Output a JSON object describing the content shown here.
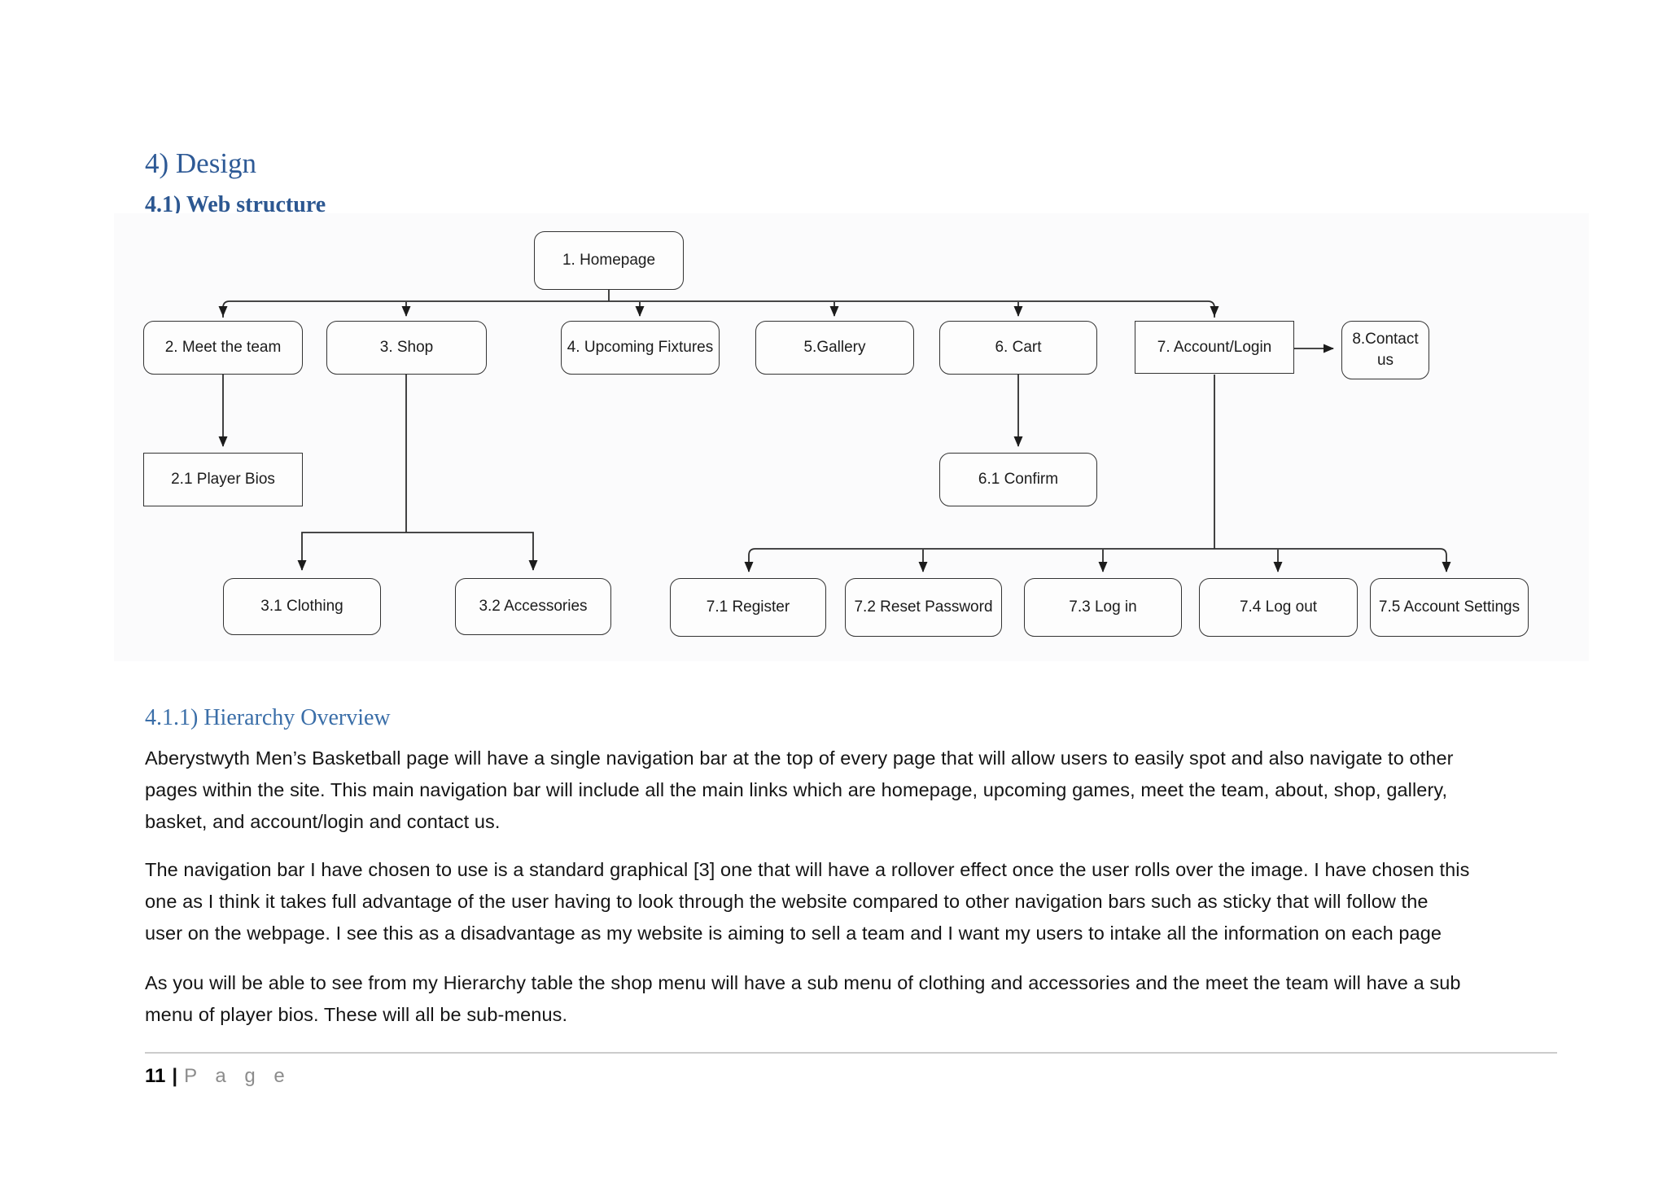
{
  "headings": {
    "section": "4) Design",
    "subsection": "4.1) Web structure",
    "subsubsection": "4.1.1) Hierarchy Overview"
  },
  "diagram": {
    "nodes": {
      "homepage": {
        "label": "1. Homepage"
      },
      "meet_team": {
        "label": "2. Meet the team"
      },
      "shop": {
        "label": "3. Shop"
      },
      "fixtures": {
        "label": "4. Upcoming Fixtures"
      },
      "gallery": {
        "label": "5.Gallery"
      },
      "cart": {
        "label": "6. Cart"
      },
      "account": {
        "label": "7. Account/Login"
      },
      "contact": {
        "label": "8.Contact us"
      },
      "player_bios": {
        "label": "2.1 Player Bios"
      },
      "confirm": {
        "label": "6.1 Confirm"
      },
      "clothing": {
        "label": "3.1 Clothing"
      },
      "accessories": {
        "label": "3.2 Accessories"
      },
      "register": {
        "label": "7.1 Register"
      },
      "reset_password": {
        "label": "7.2 Reset Password"
      },
      "login": {
        "label": "7.3 Log in"
      },
      "logout": {
        "label": "7.4 Log out"
      },
      "account_settings": {
        "label": "7.5 Account Settings"
      }
    }
  },
  "paragraphs": {
    "p1l1": "Aberystwyth Men’s Basketball page will have a single navigation bar at the top of every page that will allow users to easily spot and also navigate to other",
    "p1l2": "pages within the site. This main navigation bar will include all the main links which are homepage, upcoming games, meet the team, about, shop, gallery,",
    "p1l3": "basket, and account/login and contact us.",
    "p2l1": "The navigation bar I have chosen to use is a standard graphical [3] one that will have a rollover effect once the user rolls over the image. I have chosen this",
    "p2l2": "one as I think it takes full advantage of the user having to look through the website compared to other navigation bars such as sticky that will follow the",
    "p2l3": "user on the webpage. I see this as a disadvantage as my website is aiming to sell a team and I want my users to intake all the information on each page",
    "p3l1": "As you will be able to see from my Hierarchy table the shop menu will have a sub menu of clothing and accessories and the meet the team will have a sub",
    "p3l2": "menu of player bios. These will all be sub-menus."
  },
  "footer": {
    "page_number": "11",
    "separator": "|",
    "label": "P a g e"
  },
  "colors": {
    "heading_blue": "#2E5A96",
    "subheading_blue": "#2C5791",
    "overview_blue": "#3A6EA8",
    "box_border": "#333333",
    "footer_gray": "#8c8c8c"
  }
}
